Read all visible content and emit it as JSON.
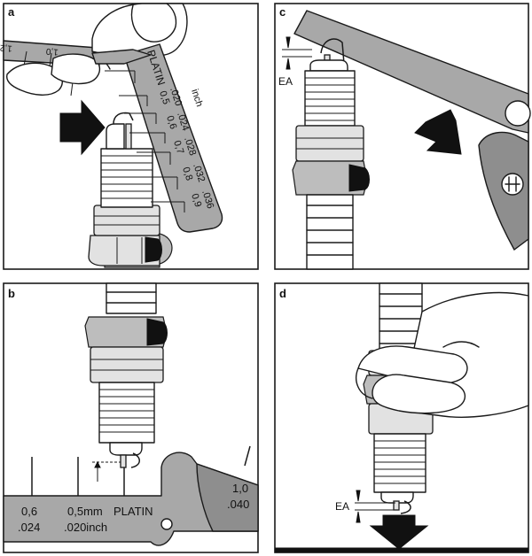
{
  "panels": {
    "a": {
      "letter": "a",
      "gauge_brand": "PLATIN",
      "gauge_unit": "inch",
      "marks": [
        {
          "mm": "0,5",
          "inch": ".020"
        },
        {
          "mm": "0,6",
          "inch": ".024"
        },
        {
          "mm": "0,7",
          "inch": ".028"
        },
        {
          "mm": "0,8",
          "inch": ".032"
        },
        {
          "mm": "0,9",
          "inch": ".036"
        }
      ],
      "left_gauge_marks": [
        "1,0",
        "1,2"
      ]
    },
    "b": {
      "letter": "b",
      "labels": [
        {
          "mm": "0,6",
          "inch": ".024"
        },
        {
          "mm": "0,5mm",
          "inch": ".020inch"
        },
        {
          "mm": "PLATIN",
          "inch": ""
        },
        {
          "mm": "1,0",
          "inch": ".040"
        }
      ]
    },
    "c": {
      "letter": "c",
      "gap_label": "EA"
    },
    "d": {
      "letter": "d",
      "gap_label": "EA"
    }
  },
  "colors": {
    "gauge_fill": "#a8a8a8",
    "ink": "#1a1a1a",
    "arrow": "#111111",
    "background": "#ffffff"
  },
  "icons": [
    "push-arrow-icon",
    "down-arrow-icon",
    "brand-logo-icon",
    "gap-arrow-icon"
  ]
}
